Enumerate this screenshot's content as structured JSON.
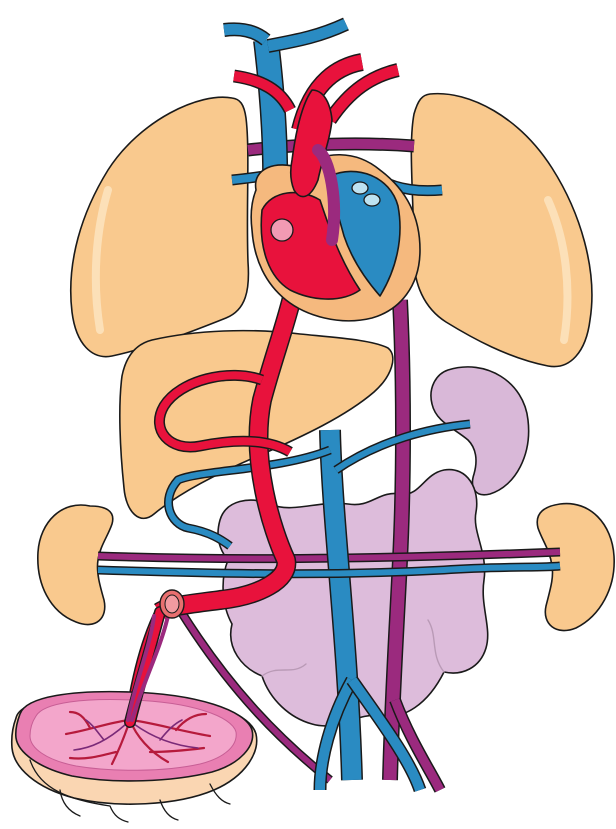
{
  "figure": {
    "caption": "",
    "organs": [
      {
        "name": "right-lung",
        "color": "#F9C98E"
      },
      {
        "name": "left-lung",
        "color": "#F9C98E"
      },
      {
        "name": "heart",
        "color": "#E8123C"
      },
      {
        "name": "liver",
        "color": "#F9C98E"
      },
      {
        "name": "spleen",
        "color": "#D9B8D8"
      },
      {
        "name": "stomach-intestines",
        "color": "#DDBCDB"
      },
      {
        "name": "right-kidney",
        "color": "#F9C98E"
      },
      {
        "name": "left-kidney",
        "color": "#F9C98E"
      },
      {
        "name": "placenta",
        "color": "#E97FB2"
      }
    ],
    "vessel_colors": {
      "oxygenated": "#E8123C",
      "deoxygenated": "#2A8BC2",
      "mixed": "#9B2A7E",
      "outline": "#1a1a1a"
    }
  }
}
